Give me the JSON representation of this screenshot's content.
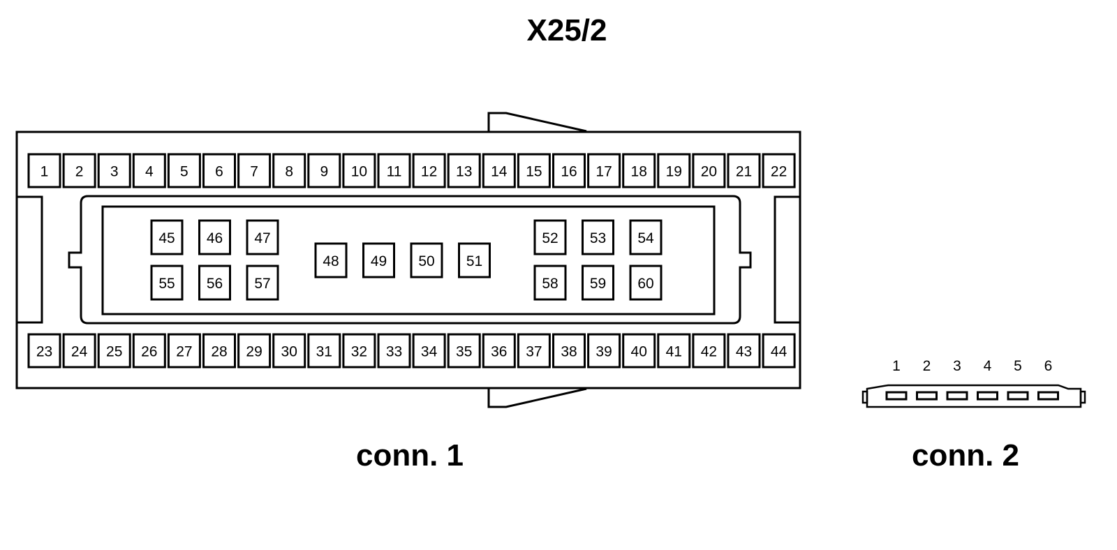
{
  "title": "X25/2",
  "connector_1": {
    "label": "conn. 1",
    "top_row": [
      "1",
      "2",
      "3",
      "4",
      "5",
      "6",
      "7",
      "8",
      "9",
      "10",
      "11",
      "12",
      "13",
      "14",
      "15",
      "16",
      "17",
      "18",
      "19",
      "20",
      "21",
      "22"
    ],
    "bottom_row": [
      "23",
      "24",
      "25",
      "26",
      "27",
      "28",
      "29",
      "30",
      "31",
      "32",
      "33",
      "34",
      "35",
      "36",
      "37",
      "38",
      "39",
      "40",
      "41",
      "42",
      "43",
      "44"
    ],
    "inner_left_top": [
      "45",
      "46",
      "47"
    ],
    "inner_left_bottom": [
      "55",
      "56",
      "57"
    ],
    "inner_middle": [
      "48",
      "49",
      "50",
      "51"
    ],
    "inner_right_top": [
      "52",
      "53",
      "54"
    ],
    "inner_right_bottom": [
      "58",
      "59",
      "60"
    ]
  },
  "connector_2": {
    "label": "conn. 2",
    "pins": [
      "1",
      "2",
      "3",
      "4",
      "5",
      "6"
    ]
  },
  "colors": {
    "line": "#000000",
    "background": "#ffffff"
  }
}
